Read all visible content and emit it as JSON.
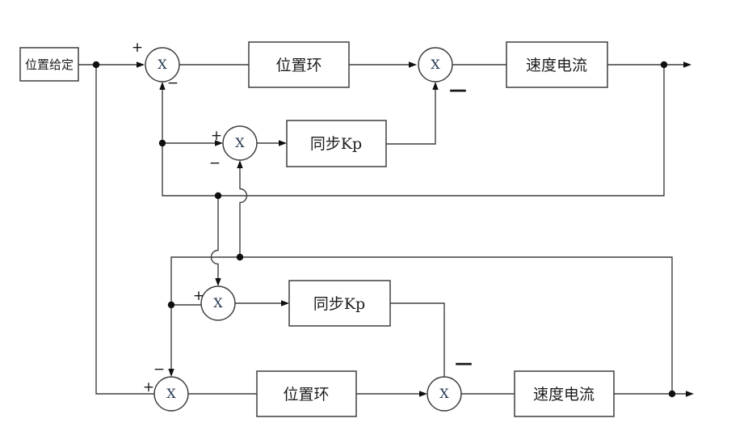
{
  "diagram": {
    "type": "dual-axis synchronous position control block diagram",
    "blocks": {
      "input": "位置给定",
      "top_position_loop": "位置环",
      "top_sync_kp": "同步Kp",
      "top_speed_current": "速度电流",
      "bottom_sync_kp": "同步Kp",
      "bottom_position_loop": "位置环",
      "bottom_speed_current": "速度电流"
    },
    "symbols": {
      "junction": "X",
      "plus": "+",
      "minus": "−",
      "minus_wide": "—"
    },
    "colors": {
      "line": "#3f3f3f",
      "text": "#1c1c1c",
      "background": "#ffffff"
    }
  }
}
